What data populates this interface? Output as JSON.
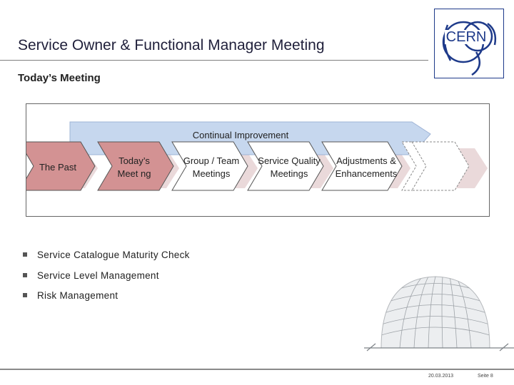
{
  "header": {
    "title": "Service Owner & Functional Manager Meeting",
    "logo_text": "CERN"
  },
  "subtitle": "Today’s Meeting",
  "diagram": {
    "banner_label": "Continual Improvement",
    "steps": [
      {
        "line1": "The Past",
        "line2": ""
      },
      {
        "line1": "Today’s",
        "line2": "Meet ng"
      },
      {
        "line1": "Group / Team",
        "line2": "Meetings"
      },
      {
        "line1": "Service Quality",
        "line2": "Meetings"
      },
      {
        "line1": "Adjustments &",
        "line2": "Enhancements"
      }
    ]
  },
  "bullets": [
    "Service Catalogue Maturity Check",
    "Service Level Management",
    "Risk Management"
  ],
  "footer": {
    "date": "20.03.2013",
    "page": "Seite 8"
  }
}
